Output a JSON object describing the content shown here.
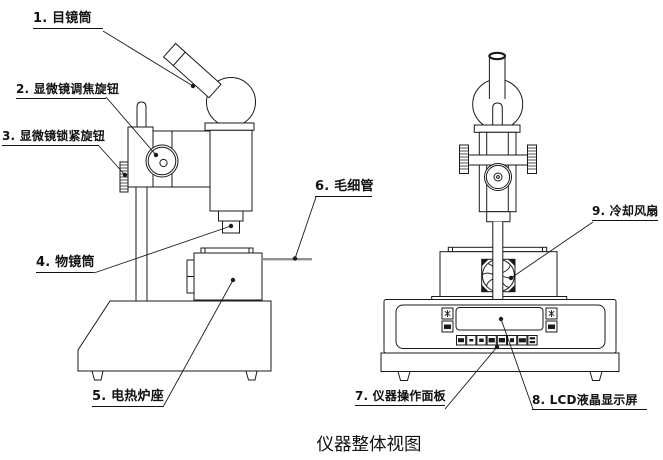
{
  "figure": {
    "caption": "仪器整体视图",
    "labels": {
      "l1": "1. 目镜筒",
      "l2": "2. 显微镜调焦旋钮",
      "l3": "3. 显微镜锁紧旋钮",
      "l4": "4. 物镜筒",
      "l5": "5. 电热炉座",
      "l6": "6. 毛细管",
      "l7": "7. 仪器操作面板",
      "l8": "8. LCD液晶显示屏",
      "l9": "9. 冷却风扇"
    },
    "colors": {
      "line": "#1a1a1a",
      "capillary": "#8f8f8f",
      "background": "#ffffff"
    }
  }
}
